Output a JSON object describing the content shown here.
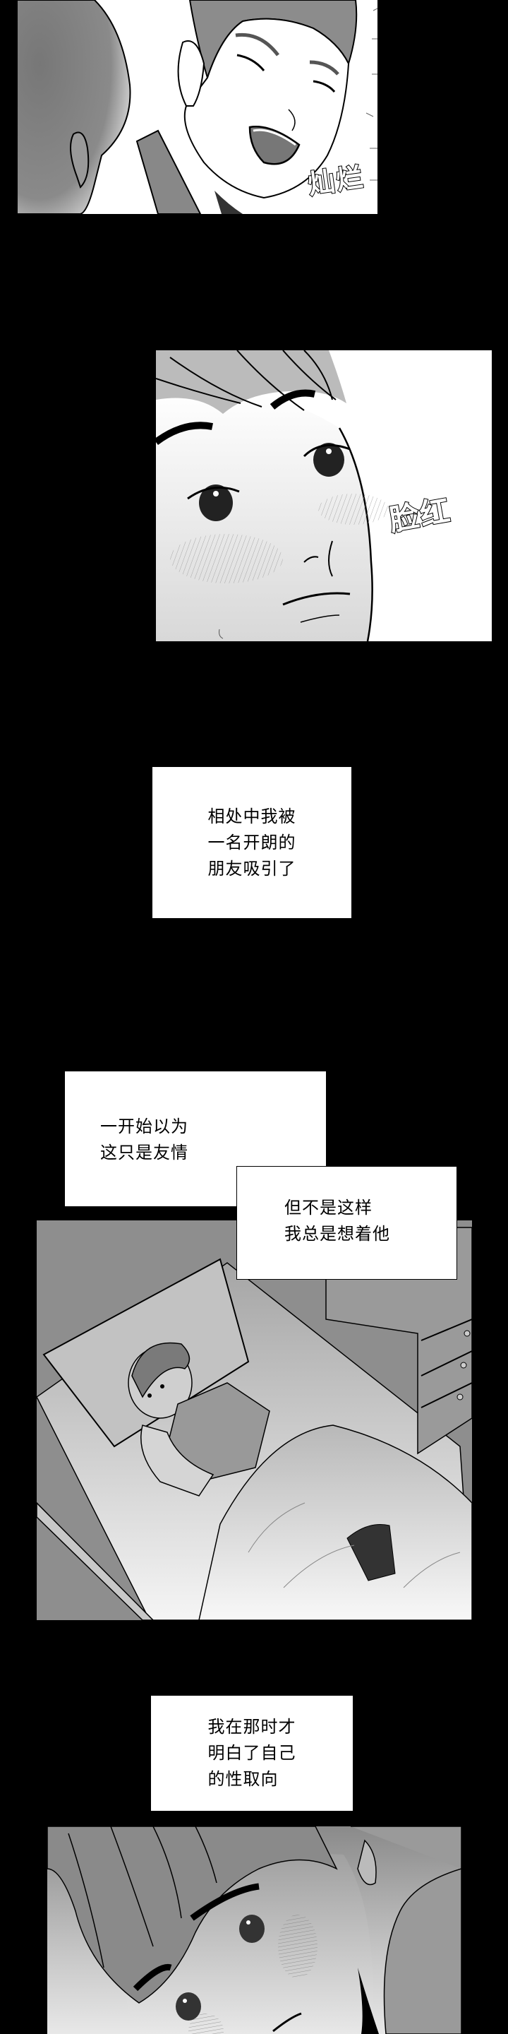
{
  "comic": {
    "background_color": "#000000",
    "panels": [
      {
        "id": "panel-1",
        "description": "Smiling young man in foreground, another person's head on left",
        "sfx": "灿烂"
      },
      {
        "id": "panel-2",
        "description": "Close-up of blushing boy's face",
        "sfx": "脸红"
      },
      {
        "id": "panel-3",
        "description": "Boy lying in bed under blanket, nightstand with drawers on right"
      },
      {
        "id": "panel-4",
        "description": "Close-up of blushing boy lying down"
      }
    ],
    "captions": [
      {
        "id": "caption-1",
        "text": "相处中我被\n一名开朗的\n朋友吸引了"
      },
      {
        "id": "caption-2",
        "text": "一开始以为\n这只是友情"
      },
      {
        "id": "caption-3",
        "text": "但不是这样\n我总是想着他"
      },
      {
        "id": "caption-4",
        "text": "我在那时才\n明白了自己\n的性取向"
      }
    ]
  }
}
